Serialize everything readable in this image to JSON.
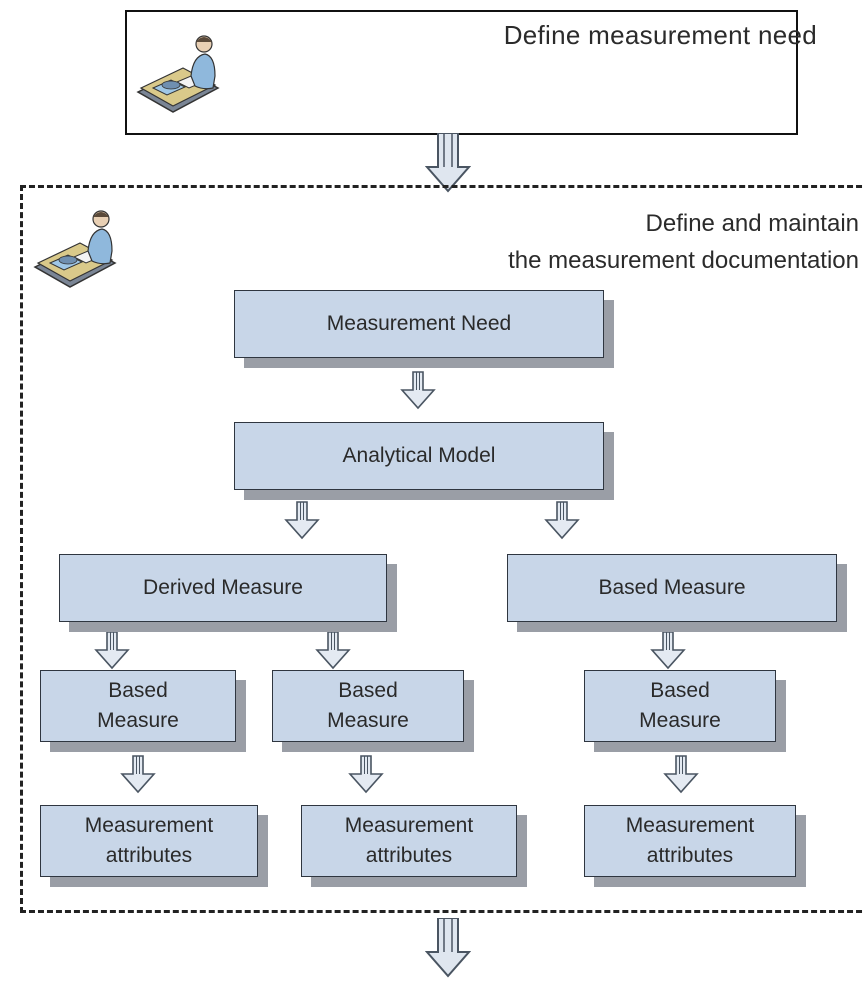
{
  "header": {
    "title": "Define measurement need"
  },
  "frame": {
    "title_line1": "Define and maintain",
    "title_line2": "the measurement documentation"
  },
  "nodes": {
    "measurement_need": "Measurement Need",
    "analytical_model": "Analytical Model",
    "derived_measure": "Derived Measure",
    "based_measure_top": "Based Measure",
    "based_measure_1": [
      "Based",
      "Measure"
    ],
    "based_measure_2": [
      "Based",
      "Measure"
    ],
    "based_measure_3": [
      "Based",
      "Measure"
    ],
    "attributes_1": [
      "Measurement",
      "attributes"
    ],
    "attributes_2": [
      "Measurement",
      "attributes"
    ],
    "attributes_3": [
      "Measurement",
      "attributes"
    ]
  },
  "icons": {
    "worker": "person-at-desk-icon"
  },
  "colors": {
    "node_fill": "#c8d6e8",
    "node_shadow": "#9a9ea6",
    "arrow_fill": "#dfe6ef"
  }
}
